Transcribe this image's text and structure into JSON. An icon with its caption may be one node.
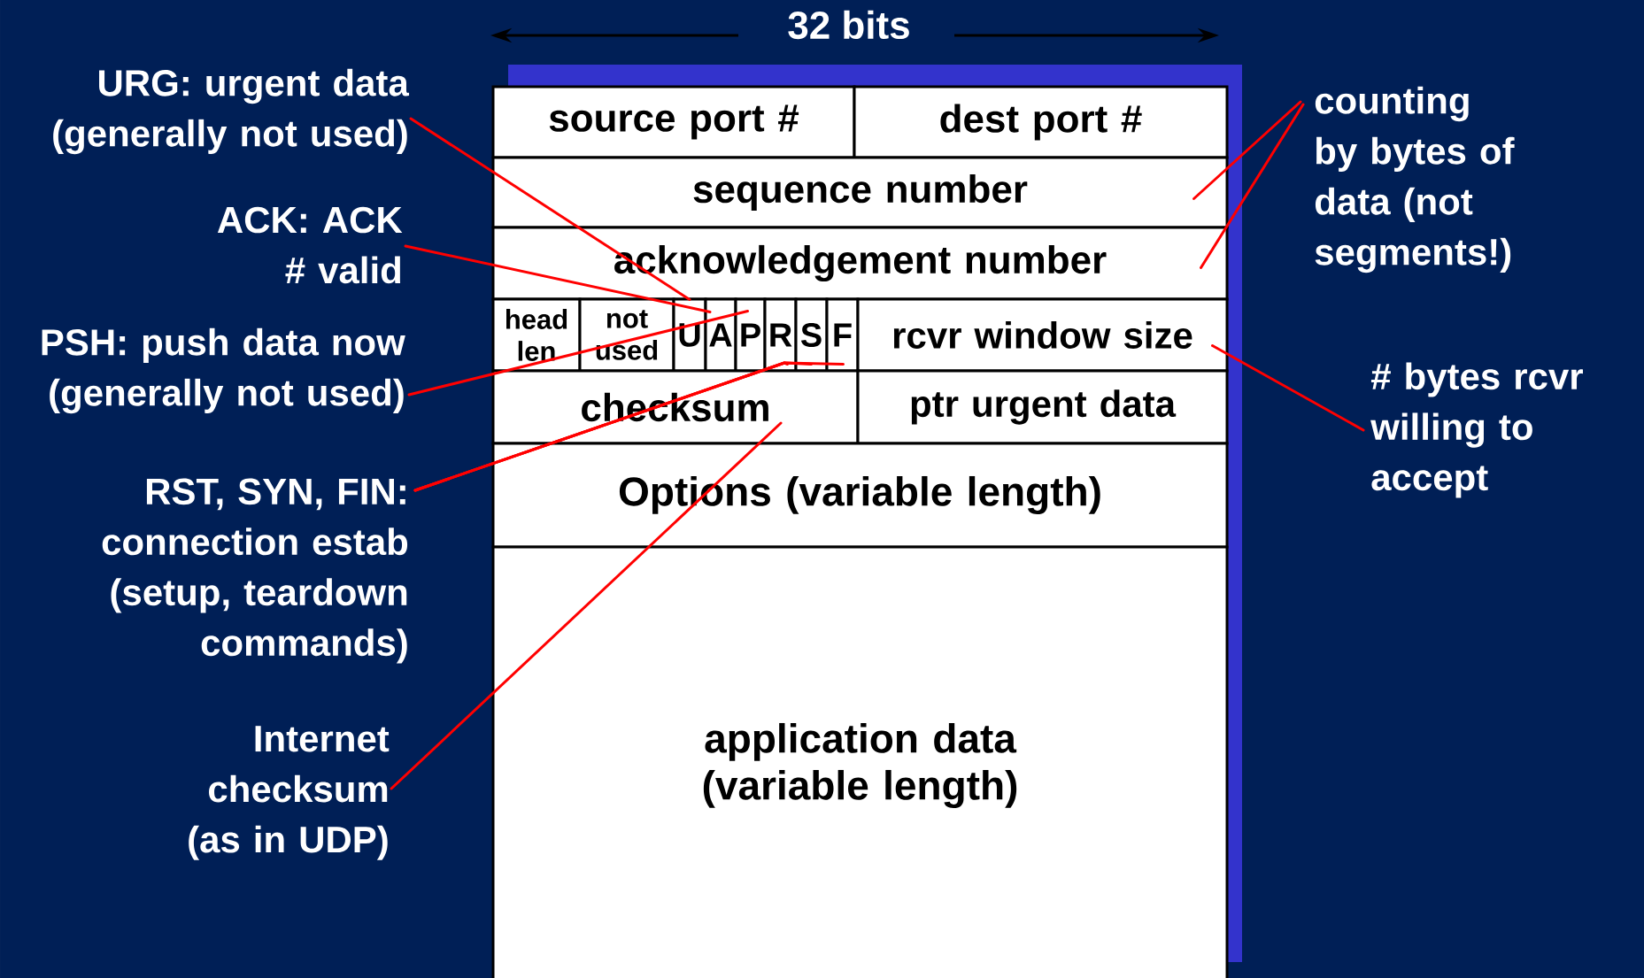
{
  "diagram": {
    "nodes": [
      {
        "text": [
          "source port #"
        ]
      },
      {
        "text": [
          "dest port #"
        ]
      },
      {
        "text": [
          "sequence number"
        ]
      },
      {
        "text": [
          "acknowledgement number"
        ]
      },
      {
        "text": [
          "head len"
        ]
      },
      {
        "text": [
          "not used"
        ]
      },
      {
        "text": [
          "U"
        ]
      },
      {
        "text": [
          "A"
        ]
      },
      {
        "text": [
          "P"
        ]
      },
      {
        "text": [
          "R"
        ]
      },
      {
        "text": [
          "S"
        ]
      },
      {
        "text": [
          "F"
        ]
      },
      {
        "text": [
          "rcvr window size"
        ]
      },
      {
        "text": [
          "checksum"
        ]
      },
      {
        "text": [
          "ptr urgent data"
        ]
      },
      {
        "text": [
          "Options (variable length)"
        ]
      },
      {
        "text": [
          "application data (variable length)"
        ]
      },
      {
        "text": [
          "URG: urgent data (generally not used)"
        ]
      },
      {
        "text": [
          "ACK: ACK # valid"
        ]
      },
      {
        "text": [
          "PSH: push data now (generally not used)"
        ]
      },
      {
        "text": [
          "RST, SYN, FIN: connection estab (setup, teardown commands)"
        ]
      },
      {
        "text": [
          "Internet checksum (as in UDP)"
        ]
      },
      {
        "text": [
          "counting by bytes of data (not segments!)"
        ]
      },
      {
        "text": [
          "# bytes rcvr willing to accept"
        ]
      }
    ],
    "edges": [
      {
        "from": 17,
        "to": 6,
        "arrow": "none"
      },
      {
        "from": 18,
        "to": 7,
        "arrow": "none"
      },
      {
        "from": 19,
        "to": 8,
        "arrow": "none"
      },
      {
        "from": 20,
        "to": 9,
        "arrow": "none"
      },
      {
        "from": 20,
        "to": 10,
        "arrow": "none"
      },
      {
        "from": 20,
        "to": 11,
        "arrow": "none"
      },
      {
        "from": 21,
        "to": 13,
        "arrow": "none"
      },
      {
        "from": 22,
        "to": 2,
        "arrow": "none"
      },
      {
        "from": 22,
        "to": 3,
        "arrow": "none"
      },
      {
        "from": 23,
        "to": 12,
        "arrow": "none"
      }
    ],
    "labels": [
      "32 bits"
    ]
  }
}
